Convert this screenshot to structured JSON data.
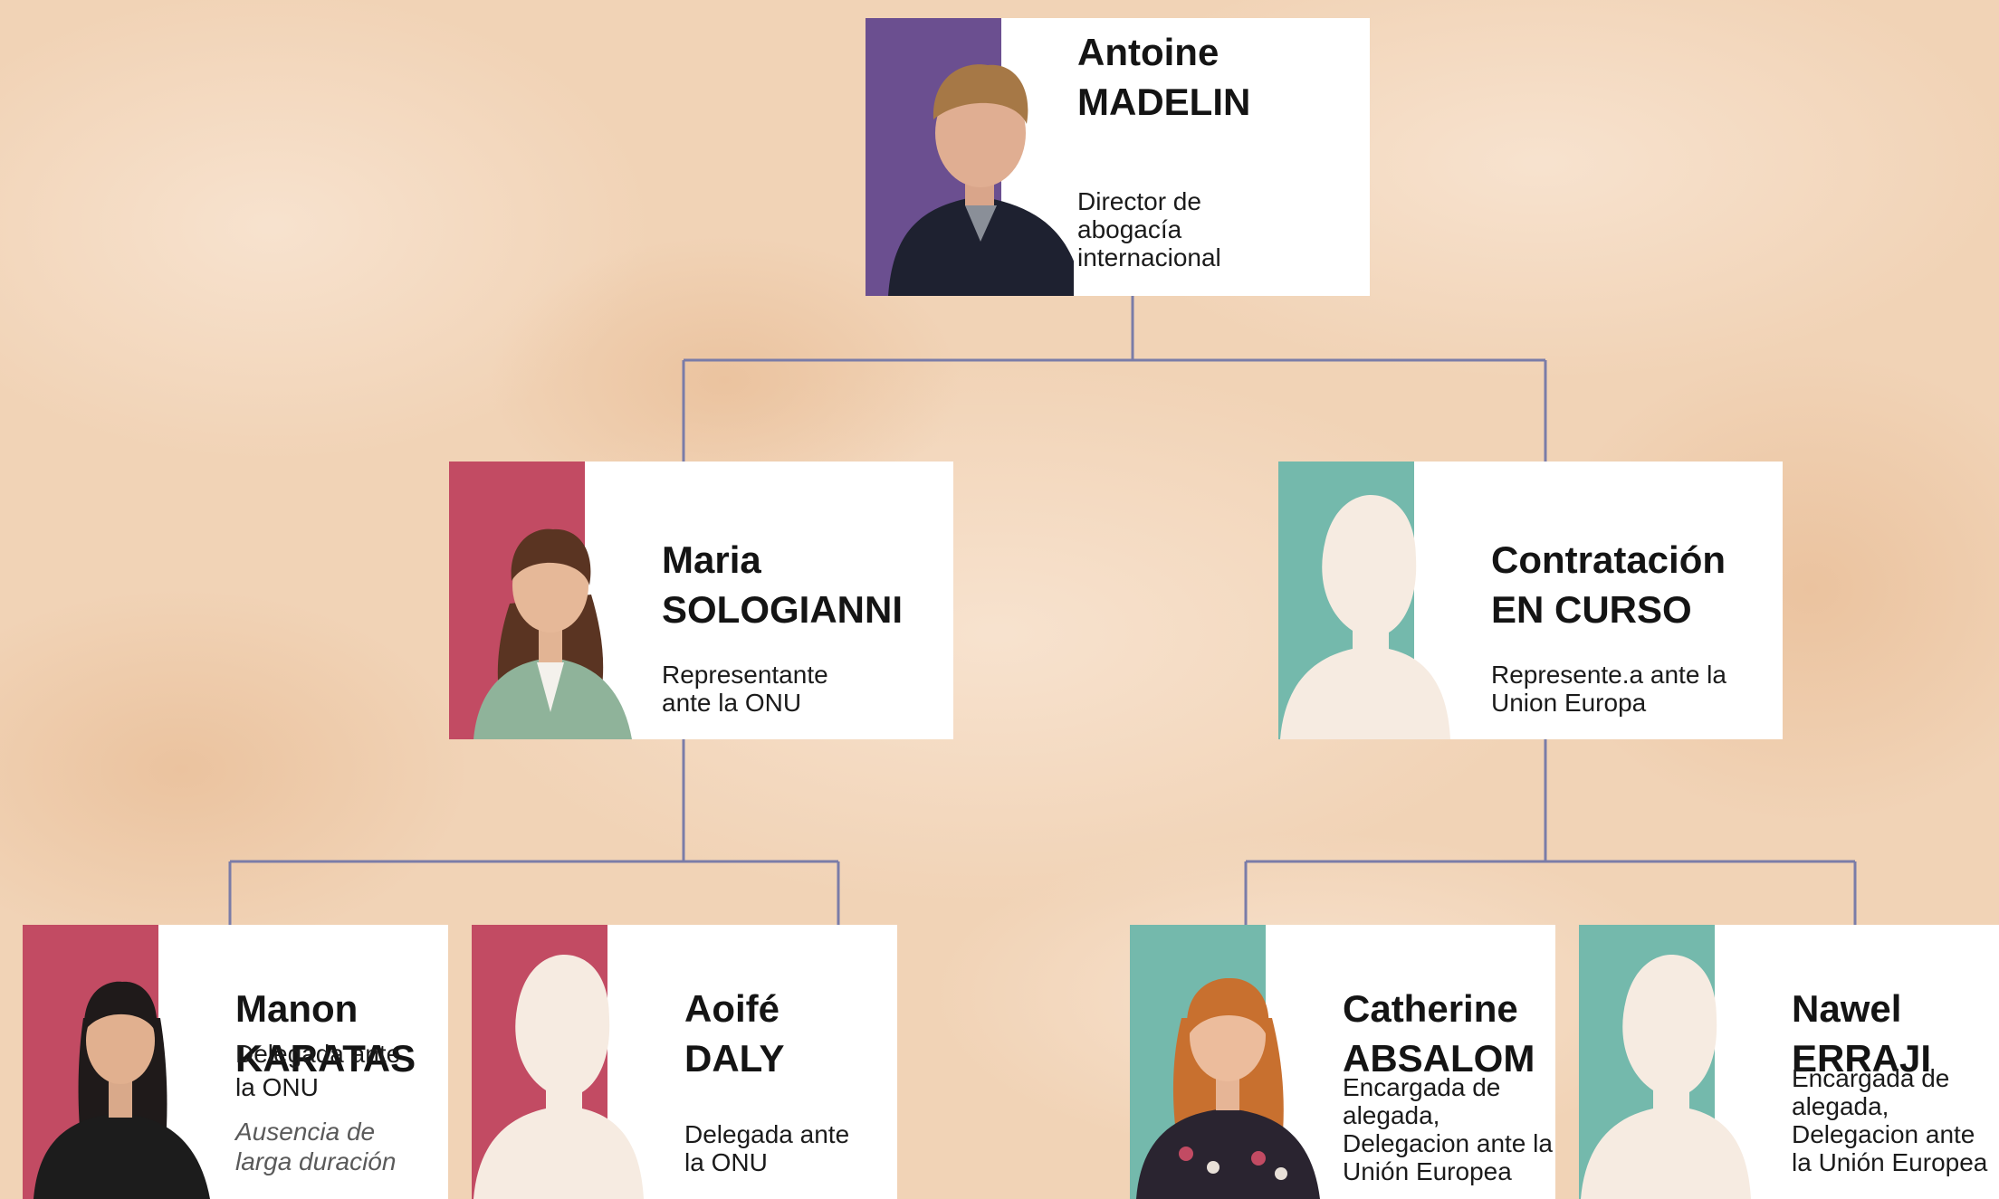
{
  "colors": {
    "background": "#f2d5b9",
    "connector": "#7a7ca8",
    "director_accent": "#6b4f90",
    "onu_accent": "#c24b63",
    "eu_accent": "#74b9ac",
    "placeholder_silhouette": "#f6ebe1"
  },
  "director": {
    "first_name": "Antoine",
    "last_name": "MADELIN",
    "role": "Director de\nabogacía\ninternacional",
    "photo_icon": "person-photo-icon"
  },
  "managers": [
    {
      "first_name": "Maria",
      "last_name": "SOLOGIANNI",
      "role": "Representante\nante la ONU",
      "photo_icon": "person-photo-icon"
    },
    {
      "first_name": "Contratación",
      "last_name": "EN CURSO",
      "role": "Represente.a ante la\nUnion Europa",
      "photo_icon": "silhouette-placeholder-icon"
    }
  ],
  "staff": [
    {
      "first_name": "Manon",
      "last_name": "KARATAS",
      "role": "Delegada ante\nla ONU",
      "note": "Ausencia de\nlarga duración",
      "photo_icon": "person-photo-icon"
    },
    {
      "first_name": "Aoifé",
      "last_name": "DALY",
      "role": "Delegada ante\nla ONU",
      "photo_icon": "silhouette-placeholder-icon"
    },
    {
      "first_name": "Catherine",
      "last_name": "ABSALOM",
      "role": "Encargada de\nalegada,\nDelegacion ante la\nUnión Europea",
      "photo_icon": "person-photo-icon"
    },
    {
      "first_name": "Nawel",
      "last_name": "ERRAJI",
      "role": "Encargada de\nalegada,\nDelegacion ante\nla Unión Europea",
      "photo_icon": "silhouette-placeholder-icon"
    }
  ]
}
